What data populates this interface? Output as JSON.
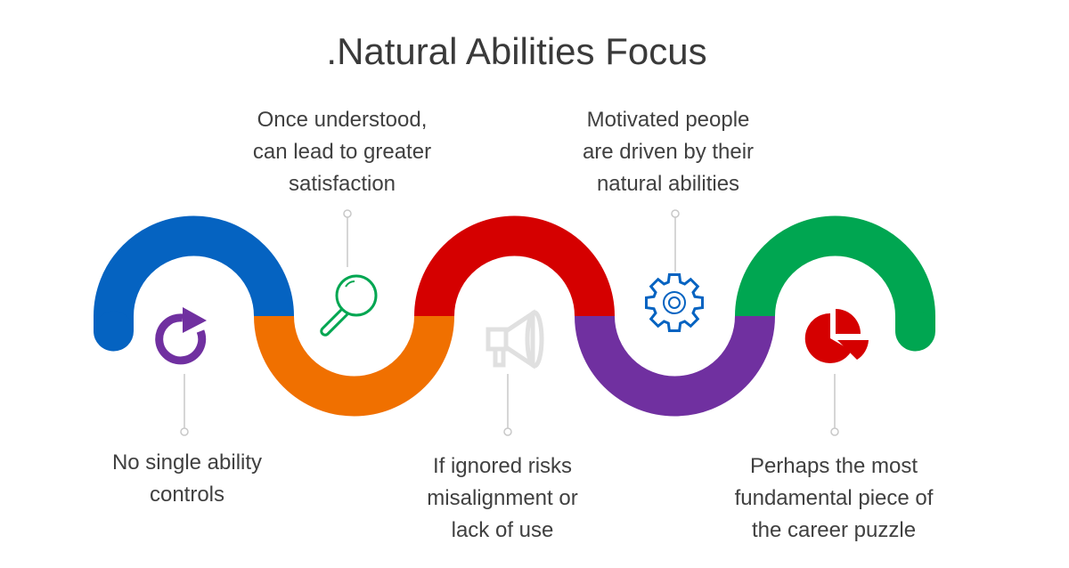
{
  "title": ".Natural Abilities Focus",
  "captions": {
    "top_1": [
      "Once understood,",
      "can lead to greater",
      "satisfaction"
    ],
    "top_2": [
      "Motivated people",
      "are driven by their",
      "natural abilities"
    ],
    "bottom_1": [
      "No single ability",
      "controls"
    ],
    "bottom_2": [
      "If ignored risks",
      "misalignment or",
      "lack of use"
    ],
    "bottom_3": [
      "Perhaps the most",
      "fundamental piece of",
      "the career puzzle"
    ]
  },
  "colors": {
    "blue": "#0563c1",
    "orange": "#f07000",
    "red": "#d50000",
    "purple": "#7030a0",
    "green": "#00a651",
    "gray": "#e0e0e0"
  },
  "icons": [
    "refresh-icon",
    "magnifier-icon",
    "megaphone-icon",
    "gear-icon",
    "pie-chart-icon"
  ]
}
